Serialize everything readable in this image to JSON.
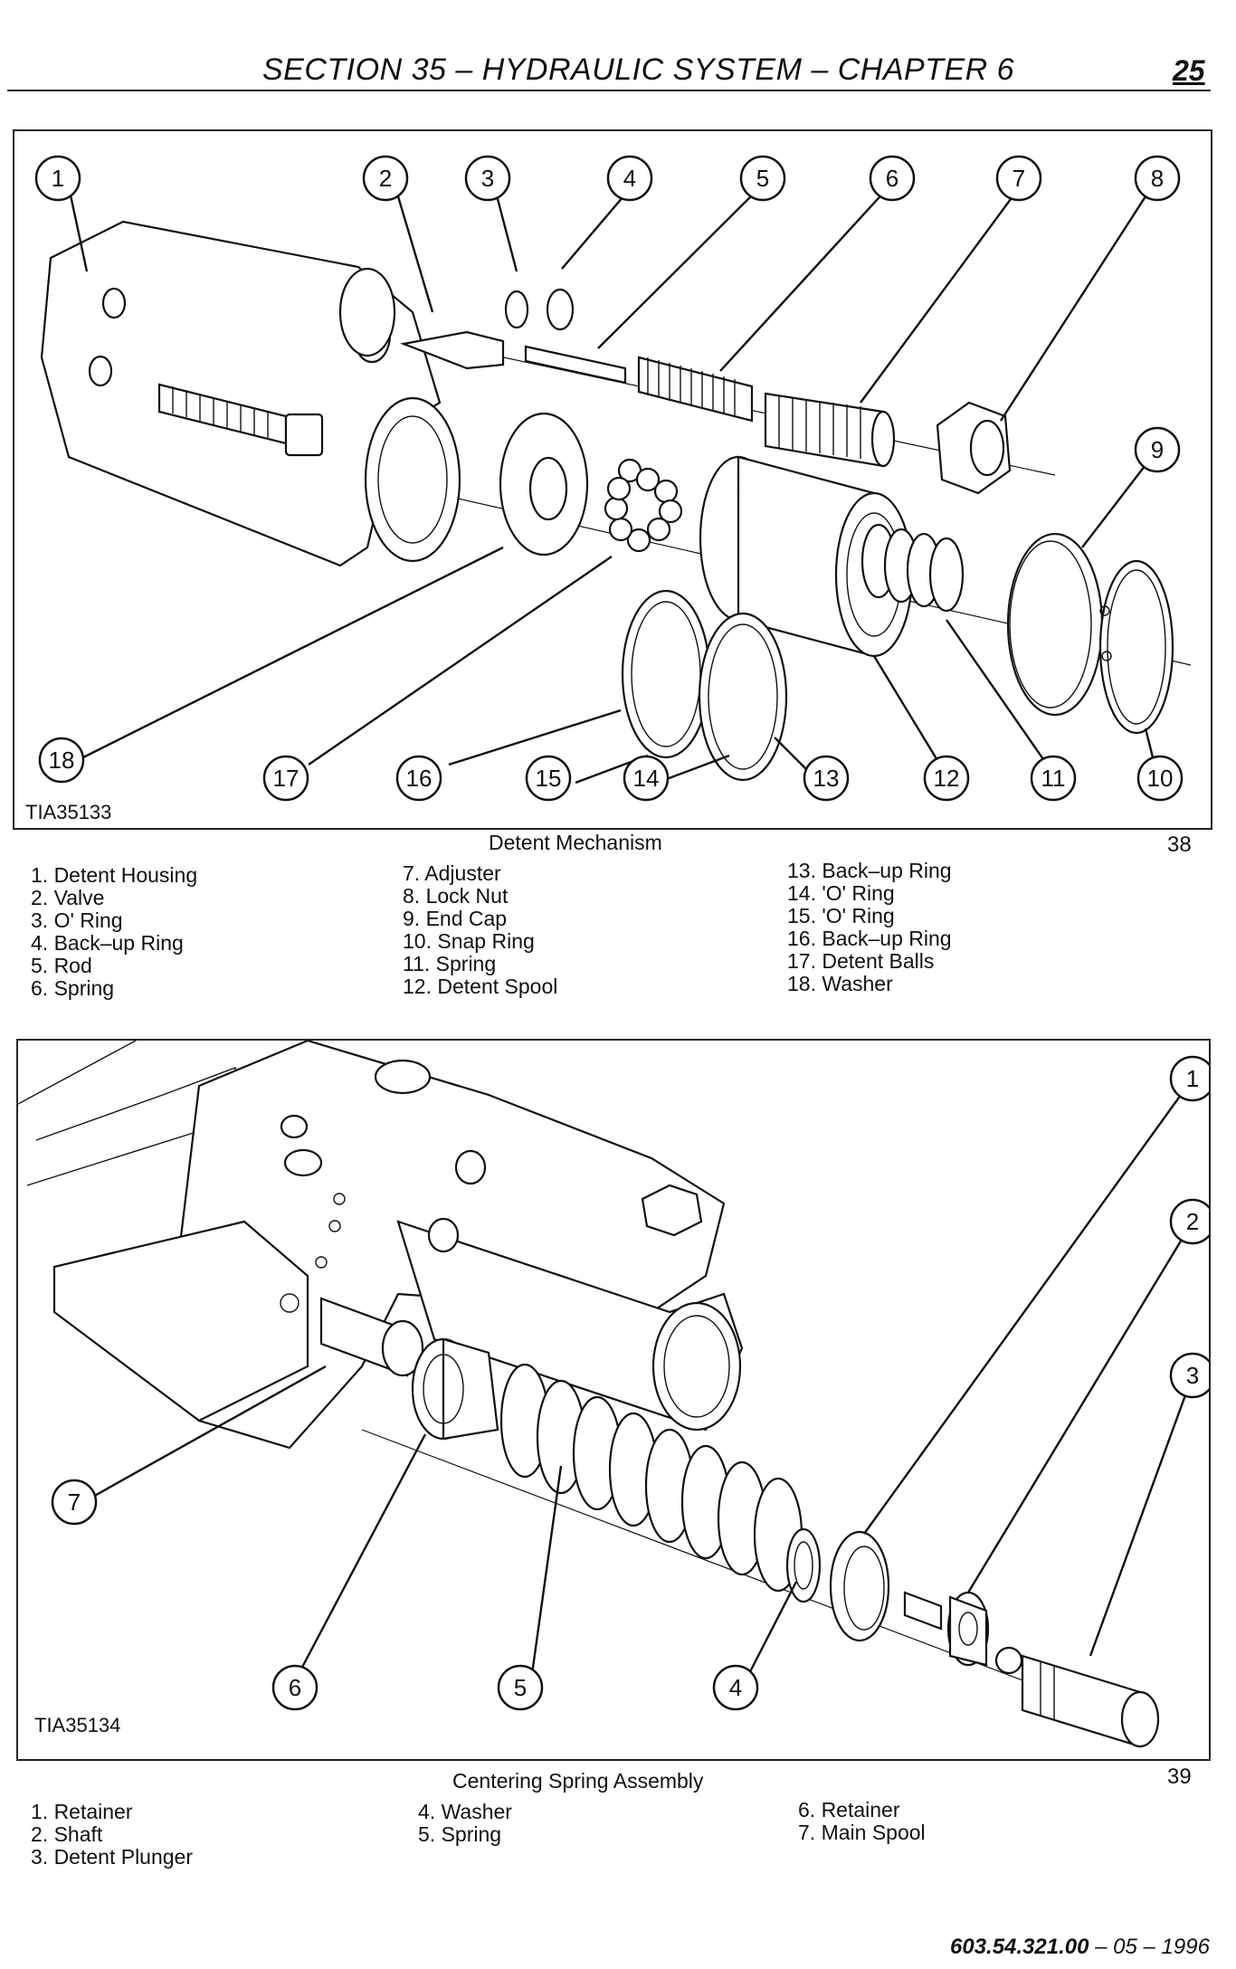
{
  "header": {
    "title": "SECTION 35 – HYDRAULIC SYSTEM – CHAPTER 6",
    "page": "25"
  },
  "figure38": {
    "code": "TIA35133",
    "caption": "Detent Mechanism",
    "number": "38",
    "callouts": [
      "1",
      "2",
      "3",
      "4",
      "5",
      "6",
      "7",
      "8",
      "9",
      "10",
      "11",
      "12",
      "13",
      "14",
      "15",
      "16",
      "17",
      "18"
    ],
    "legend": [
      [
        "1. Detent Housing",
        "2. Valve",
        "3. O' Ring",
        "4. Back–up Ring",
        "5. Rod",
        "6. Spring"
      ],
      [
        "7. Adjuster",
        "8. Lock Nut",
        "9. End Cap",
        "10. Snap Ring",
        "11. Spring",
        "12. Detent Spool"
      ],
      [
        "13. Back–up Ring",
        "14. 'O' Ring",
        "15. 'O' Ring",
        "16. Back–up Ring",
        "17. Detent Balls",
        "18. Washer"
      ]
    ]
  },
  "figure39": {
    "code": "TIA35134",
    "caption": "Centering Spring Assembly",
    "number": "39",
    "callouts": [
      "1",
      "2",
      "3",
      "4",
      "5",
      "6",
      "7"
    ],
    "legend": [
      [
        "1. Retainer",
        "2. Shaft",
        "3. Detent Plunger"
      ],
      [
        "4. Washer",
        "5. Spring"
      ],
      [
        "6. Retainer",
        "7. Main Spool"
      ]
    ]
  },
  "footer": {
    "code": "603.54.321.00",
    "date": "– 05 – 1996"
  }
}
